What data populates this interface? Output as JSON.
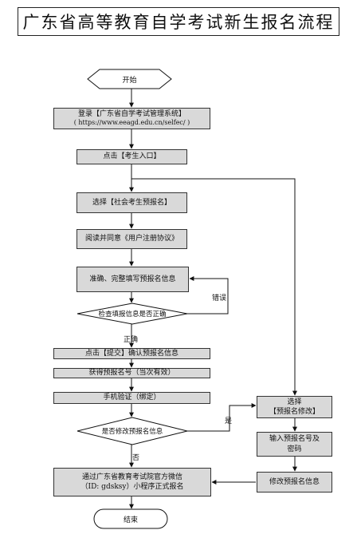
{
  "title": "广东省高等教育自学考试新生报名流程",
  "nodes": {
    "start": "开始",
    "login_line1": "登录【广东省自学考试管理系统】",
    "login_line2": "( https://www.eeagd.edu.cn/selfec/ )",
    "click_entry": "点击【考生入口】",
    "choose_social": "选择【社会考生预报名】",
    "read_agree": "阅读并同意《用户注册协议》",
    "fill_info": "准确、完整填写预报名信息",
    "check_correct": "检查填报信息是否正确",
    "submit": "点击【提交】确认预报名信息",
    "get_number": "获得预报名号（当次有效）",
    "phone_verify": "手机验证（绑定）",
    "modify_q": "是否修改预报名信息",
    "wechat_line1": "通过广东省教育考试院官方微信",
    "wechat_line2": "（ID: gdsksy）小程序正式报名",
    "end": "结束",
    "choose_modify_line1": "选择",
    "choose_modify_line2": "【预报名修改】",
    "input_line1": "输入预报名号及",
    "input_line2": "密码",
    "modify_info": "修改预报名信息"
  },
  "edge_labels": {
    "wrong": "错误",
    "correct": "正确",
    "yes": "是",
    "no": "否"
  }
}
